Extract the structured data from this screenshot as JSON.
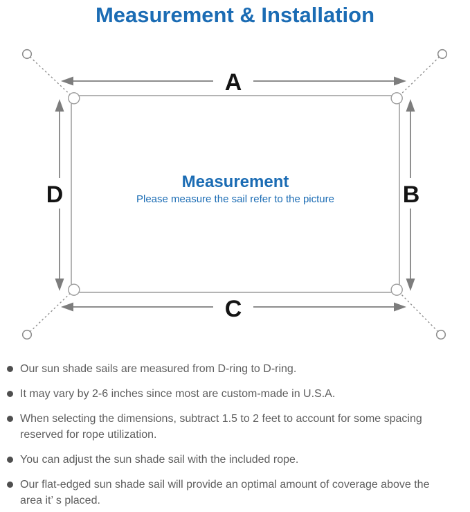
{
  "title": "Measurement & Installation",
  "diagram": {
    "center_title": "Measurement",
    "center_subtitle": "Please measure the sail refer to the picture",
    "labels": {
      "top": "A",
      "right": "B",
      "bottom": "C",
      "left": "D"
    },
    "colors": {
      "accent_blue": "#1b6cb4",
      "arrow_gray": "#7d7d7d",
      "outline_gray": "#9b9b9b",
      "label_black": "#141414"
    }
  },
  "notes": {
    "text_color": "#5e5e5e",
    "items": [
      "Our sun shade sails are measured from D-ring to D-ring.",
      "It may vary by 2-6 inches since most are custom-made in U.S.A.",
      "When selecting the dimensions, subtract 1.5 to 2 feet to account for some spacing reserved for rope utilization.",
      "You can adjust the sun shade sail with the included rope.",
      "Our flat-edged sun shade sail will provide an optimal amount of coverage above the area it’ s placed."
    ]
  }
}
